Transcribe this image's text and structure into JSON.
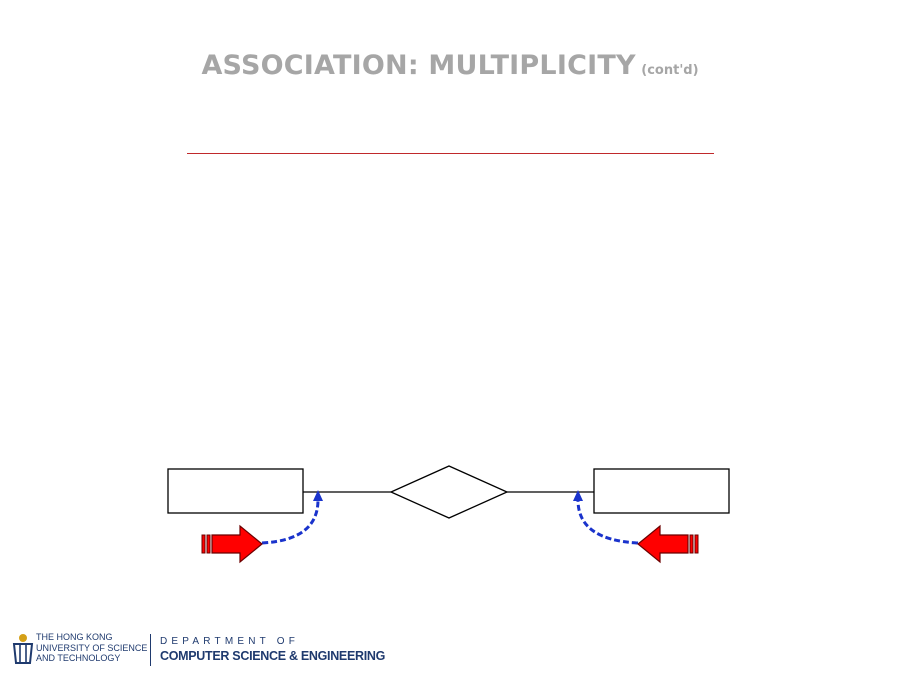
{
  "slide": {
    "title": "ASSOCIATION: MULTIPLICITY",
    "title_suffix": "(cont'd)"
  },
  "colors": {
    "title": "#a6a6a6",
    "rule": "#c0292b",
    "arrow_fill": "#ff0000",
    "arrow_stroke": "#6b0000",
    "pointer_dash": "#1a33cc",
    "brand": "#1f3a6e"
  },
  "footer": {
    "university_line1": "THE HONG KONG",
    "university_line2": "UNIVERSITY OF SCIENCE",
    "university_line3": "AND TECHNOLOGY",
    "department_line1": "DEPARTMENT OF",
    "department_line2": "COMPUTER SCIENCE & ENGINEERING"
  }
}
